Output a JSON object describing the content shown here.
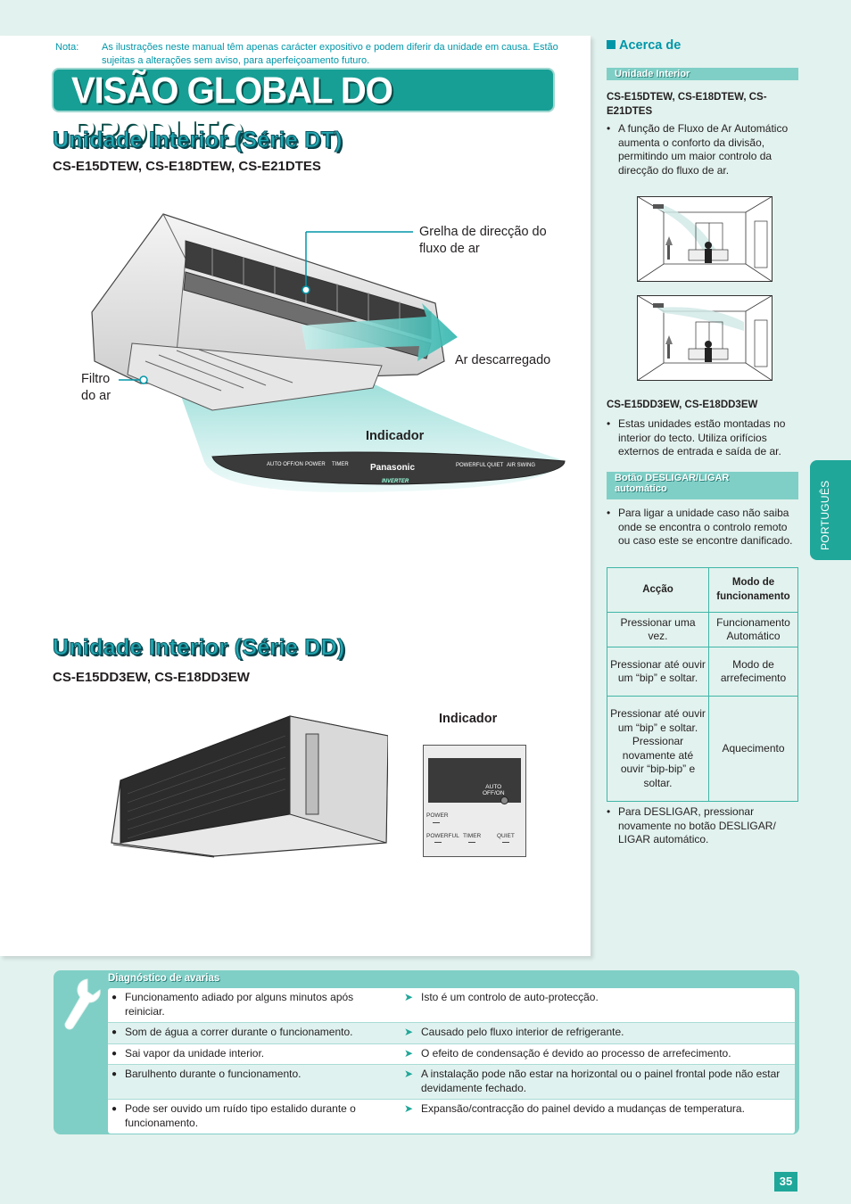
{
  "note": {
    "label": "Nota:",
    "text": "As ilustrações neste manual têm apenas carácter expositivo e podem diferir da unidade em causa. Estão sujeitas a alterações sem aviso, para aperfeiçoamento futuro."
  },
  "title": "VISÃO GLOBAL DO PRODUTO",
  "dt_section": {
    "heading": "Unidade Interior (Série DT)",
    "models": "CS-E15DTEW, CS-E18DTEW, CS-E21DTES",
    "callout_grille_1": "Grelha de direcção do",
    "callout_grille_2": "fluxo de ar",
    "callout_air": "Ar descarregado",
    "callout_filter_1": "Filtro",
    "callout_filter_2": "do ar",
    "indicator_label": "Indicador",
    "panel": {
      "auto": "AUTO OFF/ON",
      "power": "POWER",
      "timer": "TIMER",
      "brand": "Panasonic",
      "inverter": "INVERTER",
      "powerful": "POWERFUL",
      "quiet": "QUIET",
      "air_swing": "AIR SWING"
    }
  },
  "dd_section": {
    "heading": "Unidade Interior (Série DD)",
    "models": "CS-E15DD3EW, CS-E18DD3EW",
    "indicator_label": "Indicador",
    "panel": {
      "auto1": "AUTO",
      "auto2": "OFF/ON",
      "power": "POWER",
      "powerful": "POWERFUL",
      "timer": "TIMER",
      "quiet": "QUIET"
    }
  },
  "side": {
    "heading": "Acerca de",
    "bar_indoor": "Unidade Interior",
    "dt_models": "CS-E15DTEW, CS-E18DTEW, CS-E21DTES",
    "dt_bullet": "A função de Fluxo de Ar Automático aumenta o conforto da divisão, permitindo um maior controlo da direcção do fluxo de ar.",
    "dd_models": "CS-E15DD3EW, CS-E18DD3EW",
    "dd_bullet": "Estas unidades estão montadas no interior do tecto. Utiliza orifícios externos de entrada e saída de ar.",
    "bar_button_1": "Botão DESLIGAR/LIGAR",
    "bar_button_2": "automático",
    "button_bullet": "Para ligar a unidade caso não saiba onde se encontra o controlo remoto ou caso este se encontre danificado.",
    "table": {
      "h_action": "Acção",
      "h_mode": "Modo de funcionamento",
      "rows": [
        {
          "action": "Pressionar uma vez.",
          "mode": "Funcionamento Automático"
        },
        {
          "action": "Pressionar até ouvir um “bip” e soltar.",
          "mode": "Modo de arrefecimento"
        },
        {
          "action": "Pressionar até ouvir um “bip” e soltar. Pressionar novamente até ouvir “bip-bip” e soltar.",
          "mode": "Aquecimento"
        }
      ]
    },
    "off_bullet": "Para DESLIGAR, pressionar novamente no botão DESLIGAR/ LIGAR automático."
  },
  "language_tab": "PORTUGUÊS",
  "troubleshooting": {
    "title": "Diagnóstico de avarias",
    "rows": [
      {
        "symptom": "Funcionamento adiado por alguns minutos após reiniciar.",
        "cause": "Isto é um controlo de auto-protecção."
      },
      {
        "symptom": "Som de água a correr durante o funcionamento.",
        "cause": "Causado pelo fluxo interior de refrigerante."
      },
      {
        "symptom": "Sai vapor da unidade interior.",
        "cause": "O efeito de condensação é devido ao processo de arrefecimento."
      },
      {
        "symptom": "Barulhento durante o funcionamento.",
        "cause": "A instalação pode não estar na horizontal ou o painel frontal pode não estar devidamente fechado."
      },
      {
        "symptom": "Pode ser ouvido um ruído tipo estalido durante o funcionamento.",
        "cause": "Expansão/contracção do painel devido a mudanças de temperatura."
      }
    ]
  },
  "page_number": "35",
  "colors": {
    "accent": "#1fa79a",
    "heading": "#22a9b2",
    "bar": "#7fcfc6",
    "note": "#0096a8"
  }
}
